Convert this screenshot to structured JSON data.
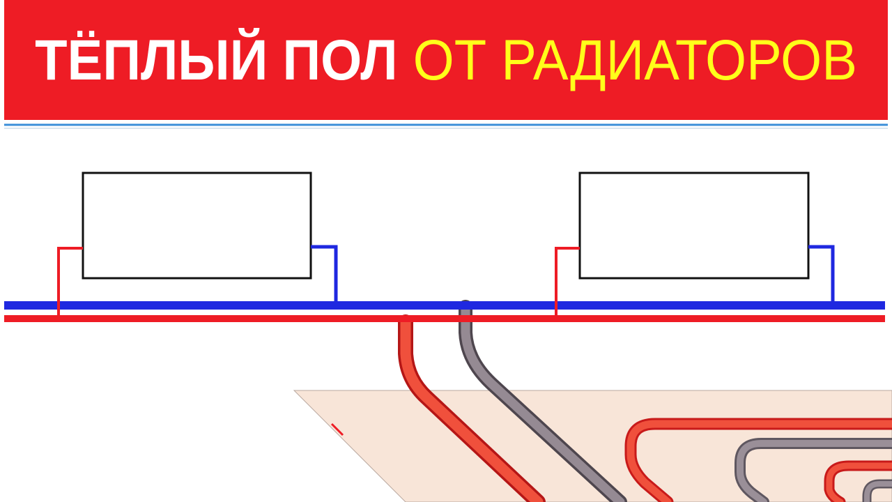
{
  "banner": {
    "title_white": "ТЁПЛЫЙ ПОЛ",
    "title_yellow": "ОТ РАДИАТОРОВ",
    "background_color": "#ee1c25",
    "white_text_color": "#ffffff",
    "yellow_text_color": "#ffff1a"
  },
  "diagram": {
    "supply_pipe_color": "#ee1c25",
    "return_pipe_color": "#1f28e0",
    "floor_loop_hot_color": "#ee4433",
    "floor_loop_cold_color": "#8b8189",
    "floor_slab_color": "#f8e5d8",
    "wall_line_color": "#3b8fd9",
    "radiator_count": 2
  }
}
